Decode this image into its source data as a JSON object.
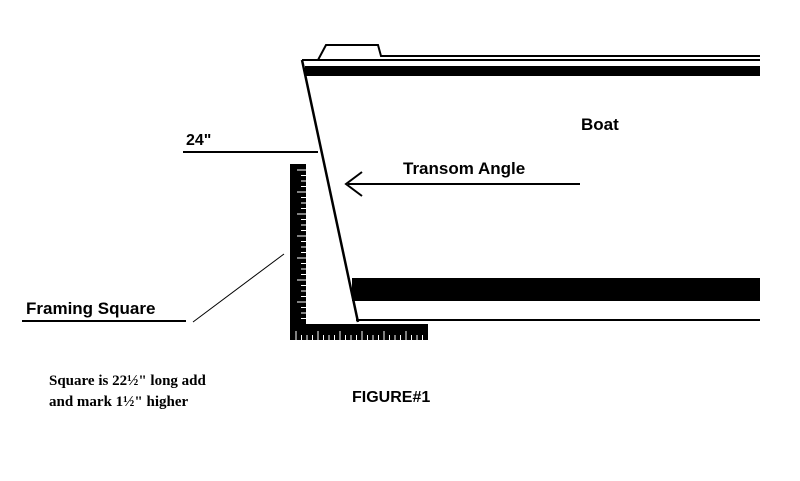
{
  "labels": {
    "boat": "Boat",
    "transom_angle": "Transom Angle",
    "height_mark": "24\"",
    "framing_square": "Framing Square",
    "note_line1": "Square is 22½\" long add",
    "note_line2": "and mark 1½\" higher",
    "figure": "FIGURE#1"
  },
  "colors": {
    "ink": "#000000",
    "background": "#ffffff"
  }
}
